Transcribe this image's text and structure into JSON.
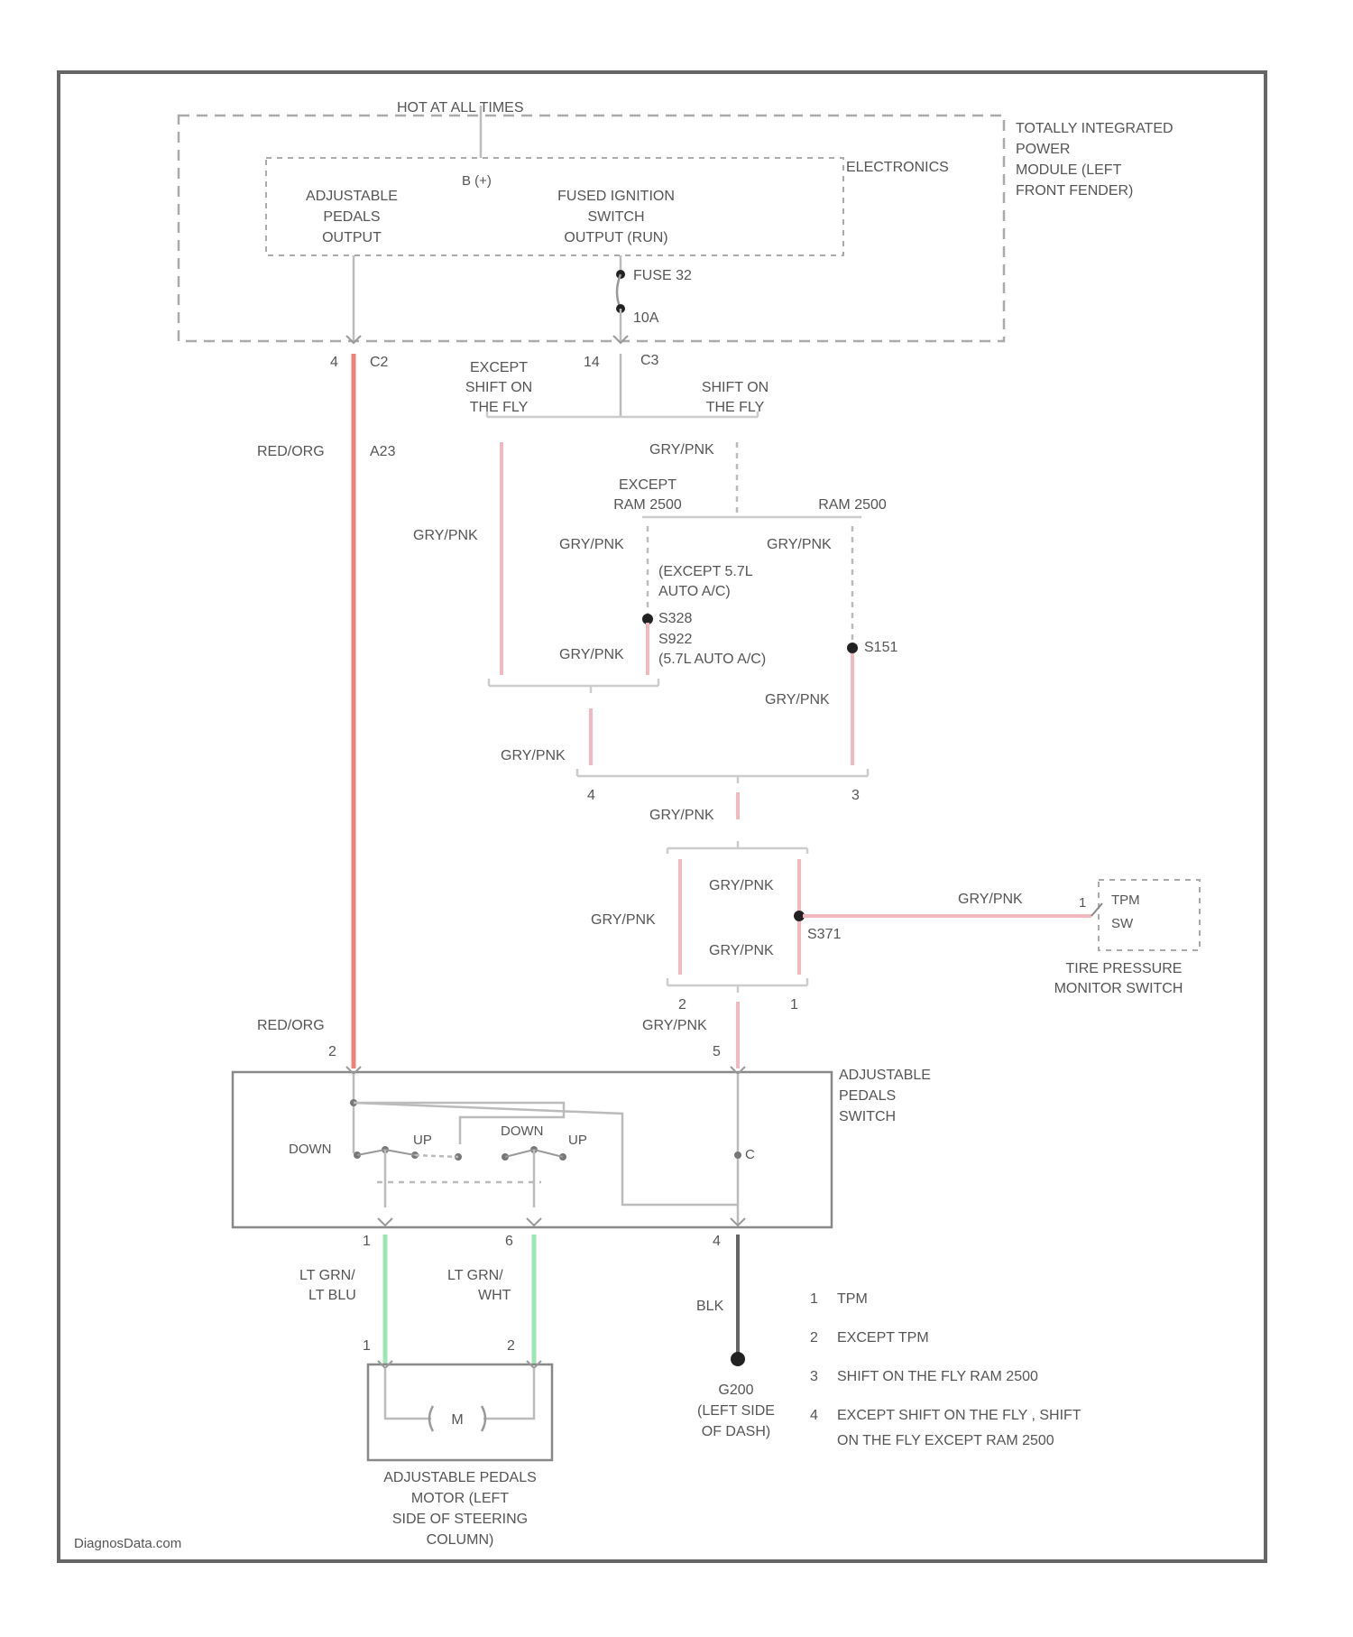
{
  "module": {
    "hot_label": "HOT AT ALL TIMES",
    "b_plus": "B (+)",
    "name": [
      "TOTALLY INTEGRATED",
      "POWER",
      "MODULE (LEFT",
      "FRONT FENDER)"
    ],
    "electronics": "ELECTRONICS",
    "adjustable_output": [
      "ADJUSTABLE",
      "PEDALS",
      "OUTPUT"
    ],
    "fused_ignition": [
      "FUSED IGNITION",
      "SWITCH",
      "OUTPUT (RUN)"
    ],
    "fuse_label": "FUSE 32",
    "fuse_rating": "10A",
    "pin_left": "4",
    "conn_left": "C2",
    "pin_right": "14",
    "conn_right": "C3"
  },
  "options": {
    "except_shift": [
      "EXCEPT",
      "SHIFT ON",
      "THE FLY"
    ],
    "shift": [
      "SHIFT ON",
      "THE FLY"
    ],
    "except_ram": [
      "EXCEPT",
      "RAM 2500"
    ],
    "ram": "RAM 2500",
    "except_57": [
      "(EXCEPT 5.7L",
      "AUTO A/C)"
    ],
    "s328": "S328",
    "s922": "S922",
    "s922_note": "(5.7L AUTO A/C)",
    "s151": "S151",
    "s371": "S371",
    "idx4": "4",
    "idx3": "3",
    "idx2": "2",
    "idx1": "1",
    "idx_pin5": "5"
  },
  "wires": {
    "red_org": "RED/ORG",
    "a23": "A23",
    "gry_pnk": "GRY/PNK",
    "lt_grn_lt_blu": [
      "LT GRN/",
      "LT BLU"
    ],
    "lt_grn_wht": [
      "LT GRN/",
      "WHT"
    ],
    "blk": "BLK"
  },
  "switch": {
    "name": [
      "ADJUSTABLE",
      "PEDALS",
      "SWITCH"
    ],
    "down1": "DOWN",
    "up1": "UP",
    "down2": "DOWN",
    "up2": "UP",
    "pin2": "2",
    "pin5": "5",
    "pin1": "1",
    "pin6": "6",
    "pin4": "4",
    "pin_c": "C"
  },
  "tpm": {
    "tpm_text": "TPM",
    "sw": "SW",
    "pin": "1",
    "name": [
      "TIRE PRESSURE",
      "MONITOR SWITCH"
    ]
  },
  "motor": {
    "symbol": "M",
    "pin1": "1",
    "pin2": "2",
    "name": [
      "ADJUSTABLE PEDALS",
      "MOTOR (LEFT",
      "SIDE OF STEERING",
      "COLUMN)"
    ]
  },
  "ground": {
    "name": [
      "G200",
      "(LEFT SIDE",
      "OF DASH)"
    ]
  },
  "legend": [
    {
      "num": "1",
      "text": [
        "TPM"
      ]
    },
    {
      "num": "2",
      "text": [
        "EXCEPT TPM"
      ]
    },
    {
      "num": "3",
      "text": [
        "SHIFT ON THE FLY RAM 2500"
      ]
    },
    {
      "num": "4",
      "text": [
        "EXCEPT SHIFT ON THE FLY , SHIFT",
        "ON THE FLY EXCEPT RAM 2500"
      ]
    }
  ],
  "watermark": "DiagnosData.com"
}
